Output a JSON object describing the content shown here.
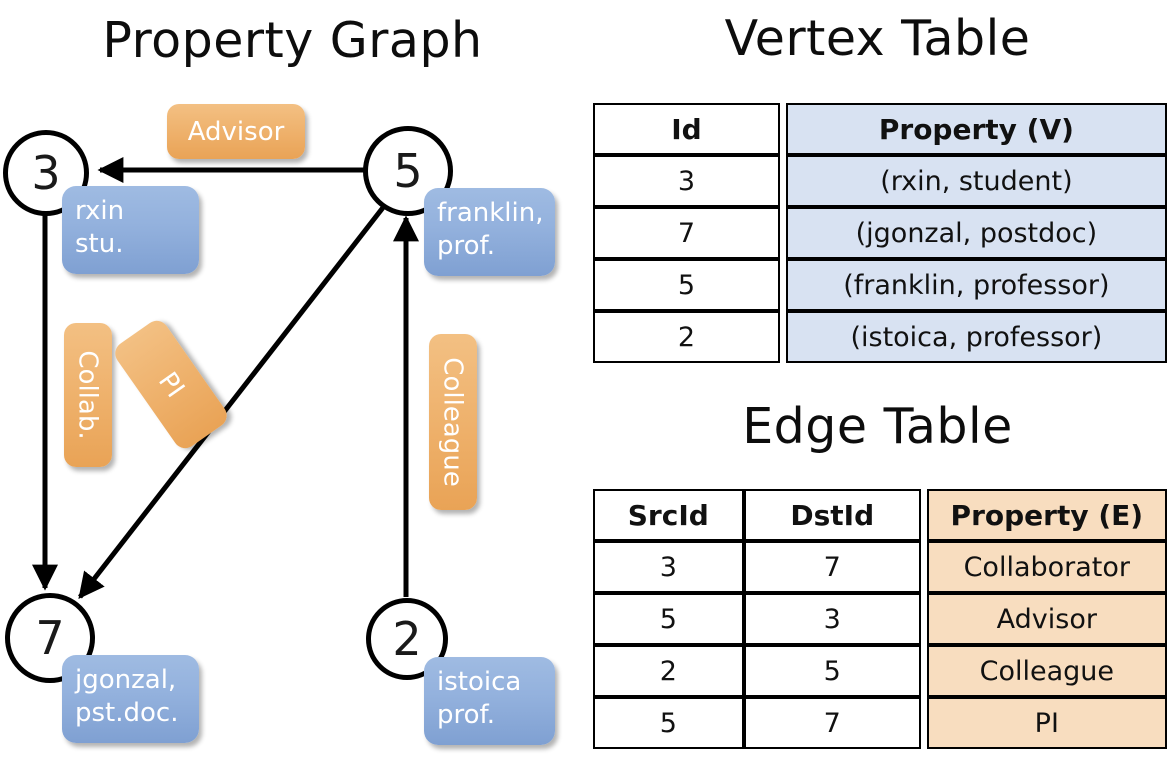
{
  "titles": {
    "graph": "Property Graph",
    "vertex_table": "Vertex Table",
    "edge_table": "Edge Table"
  },
  "colors": {
    "vertex_property_fill": "#d8e2f2",
    "edge_property_fill": "#f8ddbf",
    "vertex_box_fill": "#93b1dd",
    "edge_box_fill": "#eeb06a",
    "stroke": "#000000"
  },
  "graph": {
    "nodes": [
      {
        "id": "3",
        "label": "3",
        "property_line1": "rxin",
        "property_line2": "stu."
      },
      {
        "id": "5",
        "label": "5",
        "property_line1": "franklin,",
        "property_line2": "prof."
      },
      {
        "id": "7",
        "label": "7",
        "property_line1": "jgonzal,",
        "property_line2": "pst.doc."
      },
      {
        "id": "2",
        "label": "2",
        "property_line1": "istoica",
        "property_line2": "prof."
      }
    ],
    "edge_labels": [
      {
        "key": "advisor",
        "text": "Advisor",
        "orientation": "horizontal"
      },
      {
        "key": "collab",
        "text": "Collab.",
        "orientation": "vertical"
      },
      {
        "key": "pi",
        "text": "PI",
        "orientation": "diagonal"
      },
      {
        "key": "colleague",
        "text": "Colleague",
        "orientation": "vertical"
      }
    ],
    "edges": [
      {
        "src": "5",
        "dst": "3",
        "label": "Advisor"
      },
      {
        "src": "3",
        "dst": "7",
        "label": "Collab."
      },
      {
        "src": "5",
        "dst": "7",
        "label": "PI"
      },
      {
        "src": "2",
        "dst": "5",
        "label": "Colleague"
      }
    ]
  },
  "vertex_table": {
    "headers": [
      "Id",
      "Property (V)"
    ],
    "rows": [
      {
        "id": "3",
        "property": "(rxin, student)"
      },
      {
        "id": "7",
        "property": "(jgonzal, postdoc)"
      },
      {
        "id": "5",
        "property": "(franklin, professor)"
      },
      {
        "id": "2",
        "property": "(istoica, professor)"
      }
    ]
  },
  "edge_table": {
    "headers": [
      "SrcId",
      "DstId",
      "Property (E)"
    ],
    "rows": [
      {
        "src": "3",
        "dst": "7",
        "property": "Collaborator"
      },
      {
        "src": "5",
        "dst": "3",
        "property": "Advisor"
      },
      {
        "src": "2",
        "dst": "5",
        "property": "Colleague"
      },
      {
        "src": "5",
        "dst": "7",
        "property": "PI"
      }
    ]
  }
}
